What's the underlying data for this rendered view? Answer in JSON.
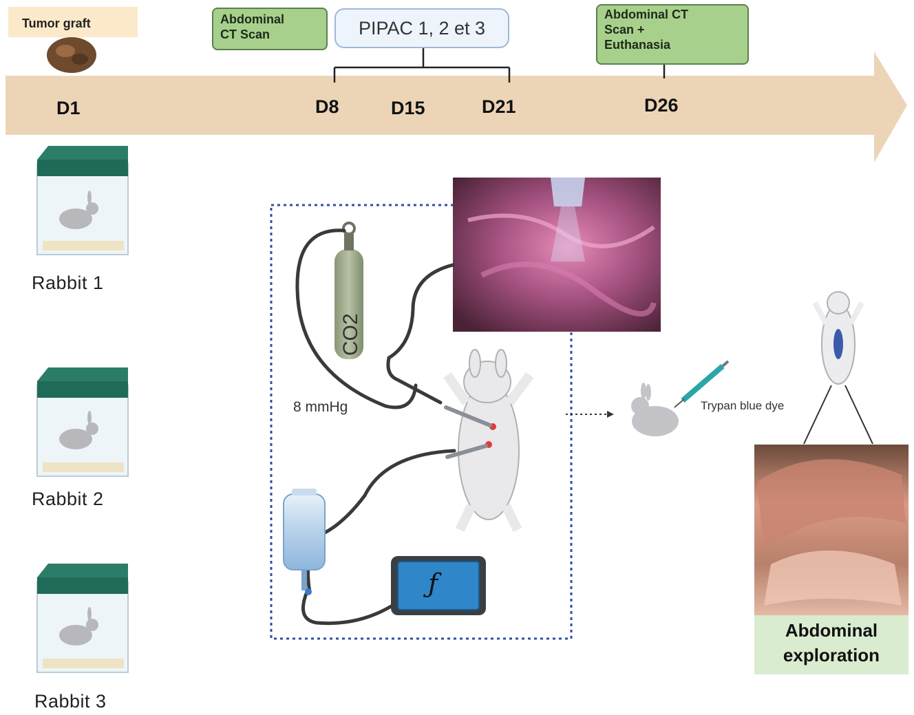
{
  "timeline": {
    "tumor_graft": "Tumor graft",
    "ct_scan_1": [
      "Abdominal",
      "CT Scan"
    ],
    "pipac": "PIPAC 1, 2 et 3",
    "ct_scan_2": [
      "Abdominal CT",
      "Scan +",
      "Euthanasia"
    ],
    "days": [
      "D1",
      "D8",
      "D15",
      "D21",
      "D26"
    ]
  },
  "rabbits": [
    "Rabbit 1",
    "Rabbit 2",
    "Rabbit 3"
  ],
  "setup": {
    "gas": "CO2",
    "pressure": "8 mmHg",
    "device_symbol": "ƒ"
  },
  "exploration": {
    "dye": "Trypan blue dye",
    "title": [
      "Abdominal",
      "exploration"
    ]
  },
  "colors": {
    "arrow": "#ecd5b7",
    "green_box": "#a8d08d",
    "cage_lid": "#1f6b58",
    "dotted_frame": "#2a4fa8"
  }
}
